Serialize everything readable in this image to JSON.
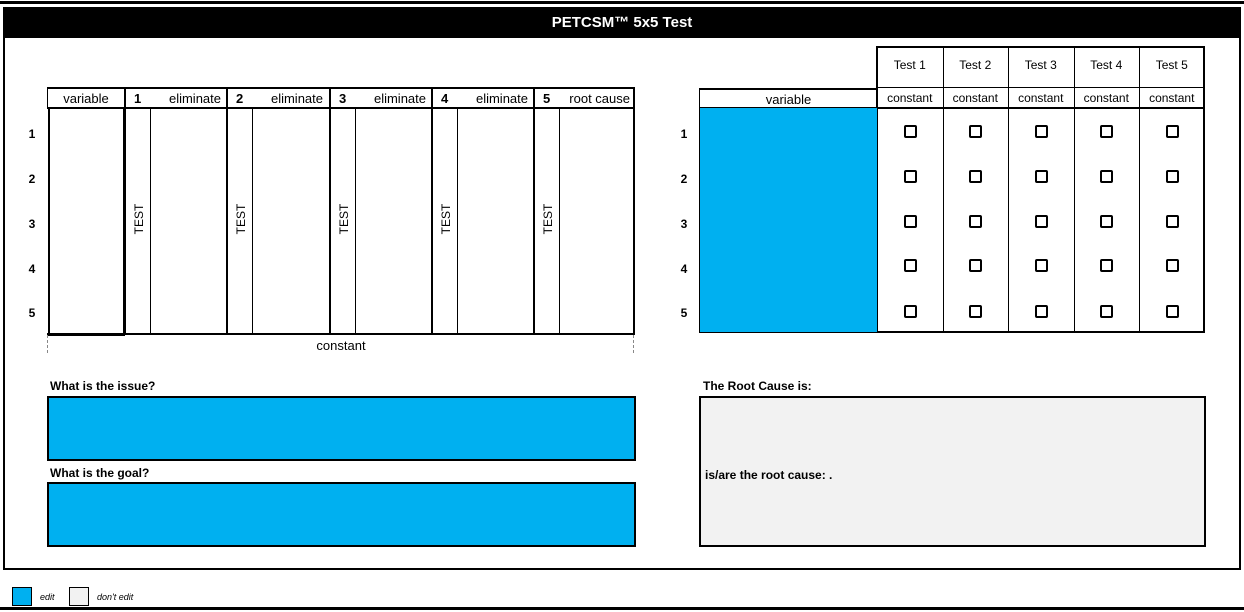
{
  "title": "PETCSM™ 5x5 Test",
  "left_grid": {
    "variable_header": "variable",
    "steps": [
      {
        "num": "1",
        "label": "eliminate"
      },
      {
        "num": "2",
        "label": "eliminate"
      },
      {
        "num": "3",
        "label": "eliminate"
      },
      {
        "num": "4",
        "label": "eliminate"
      },
      {
        "num": "5",
        "label": "root cause"
      }
    ],
    "test_label": "TEST",
    "rows": [
      "1",
      "2",
      "3",
      "4",
      "5"
    ],
    "constant_label": "constant"
  },
  "right_grid": {
    "variable_header": "variable",
    "tests": [
      "Test 1",
      "Test 2",
      "Test 3",
      "Test 4",
      "Test 5"
    ],
    "constant_label": "constant",
    "rows": [
      "1",
      "2",
      "3",
      "4",
      "5"
    ]
  },
  "issue": {
    "label": "What is the issue?",
    "value": ""
  },
  "goal": {
    "label": "What is the goal?",
    "value": ""
  },
  "root_cause": {
    "label": "The Root Cause is:",
    "text": "is/are the root cause: ."
  },
  "legend": {
    "edit": "edit",
    "dont_edit": "don't edit"
  },
  "colors": {
    "edit": "#00B0F0",
    "locked": "#F2F2F2"
  }
}
